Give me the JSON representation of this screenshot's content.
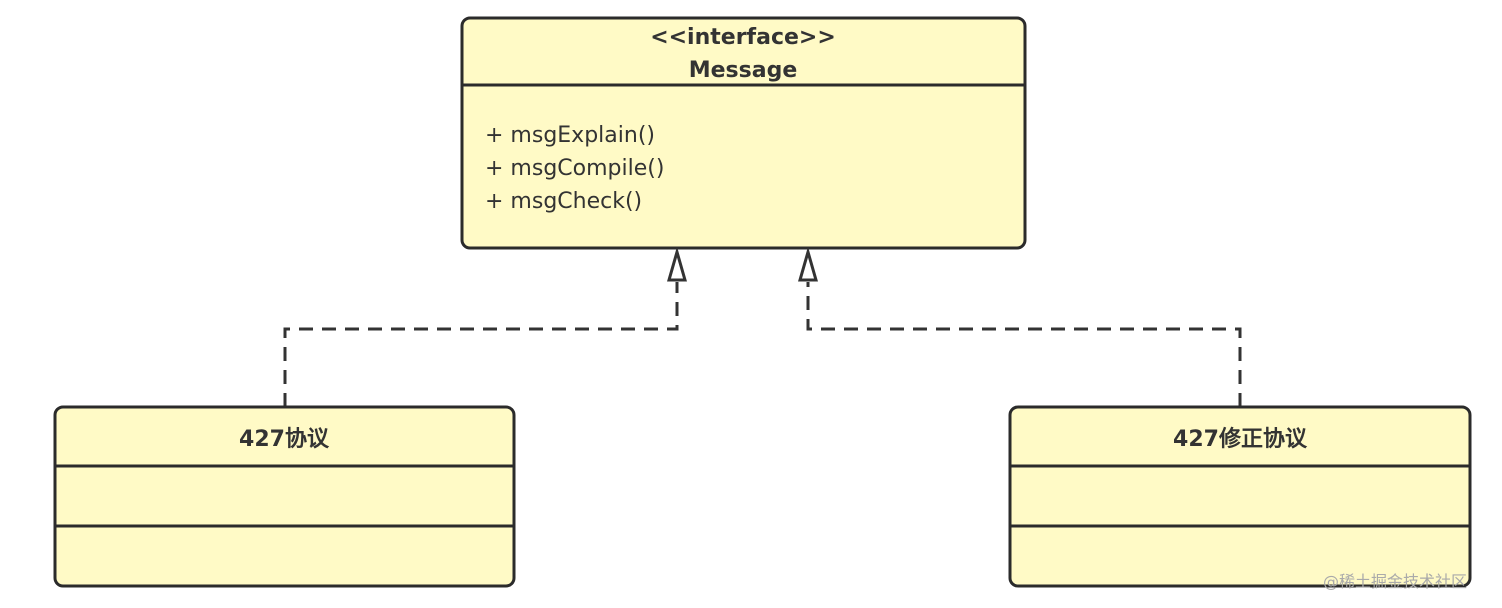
{
  "interface": {
    "stereotype": "<<interface>>",
    "name": "Message",
    "methods": [
      "+ msgExplain()",
      "+ msgCompile()",
      "+ msgCheck()"
    ]
  },
  "classes": [
    {
      "name": "427协议"
    },
    {
      "name": "427修正协议"
    }
  ],
  "relations": [
    {
      "from": "427协议",
      "to": "Message",
      "type": "realization"
    },
    {
      "from": "427修正协议",
      "to": "Message",
      "type": "realization"
    }
  ],
  "colors": {
    "fill": "#fffac6",
    "stroke": "#2b2b2b"
  },
  "watermark": "@稀土掘金技术社区"
}
